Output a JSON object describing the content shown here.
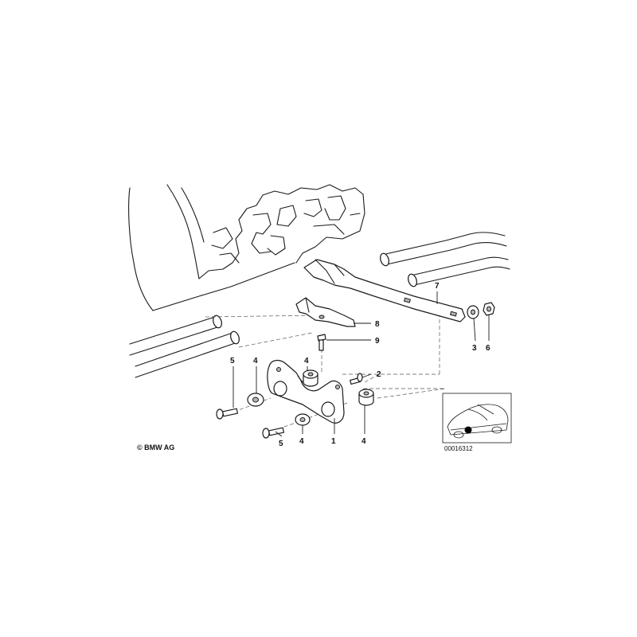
{
  "diagram": {
    "part_labels": {
      "p1": "1",
      "p2": "2",
      "p3": "3",
      "p4a": "4",
      "p4b": "4",
      "p4c": "4",
      "p4d": "4",
      "p5a": "5",
      "p5b": "5",
      "p6": "6",
      "p7": "7",
      "p8": "8",
      "p9": "9"
    },
    "copyright": "© BMW AG",
    "image_code": "00016312"
  }
}
